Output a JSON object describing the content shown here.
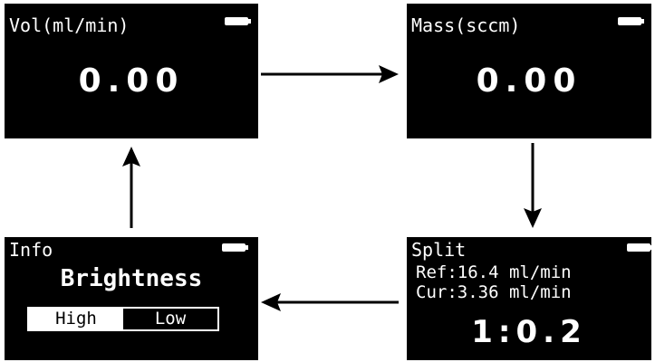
{
  "screens": {
    "volumetric": {
      "title": "Vol(ml/min)",
      "value": "0.00"
    },
    "mass": {
      "title": "Mass(sccm)",
      "value": "0.00"
    },
    "split": {
      "title": "Split",
      "ref": "Ref:16.4 ml/min",
      "cur": "Cur:3.36 ml/min",
      "ratio": "1:0.2"
    },
    "info": {
      "title": "Info",
      "setting": "Brightness",
      "options": [
        "High",
        "Low"
      ],
      "selected": "High"
    }
  },
  "colors": {
    "screen_bg": "#000000",
    "text": "#ffffff",
    "arrow": "#000000",
    "page_bg": "#ffffff"
  }
}
